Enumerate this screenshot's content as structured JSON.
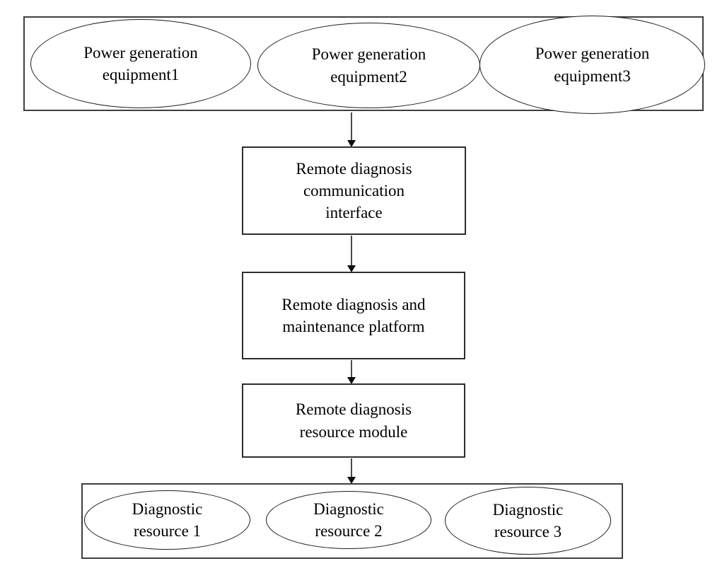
{
  "diagram": {
    "top_group": {
      "items": [
        {
          "label": "Power generation equipment1"
        },
        {
          "label": "Power generation equipment2"
        },
        {
          "label": "Power generation equipment3"
        }
      ]
    },
    "flow_nodes": [
      {
        "label": "Remote diagnosis communication interface"
      },
      {
        "label": "Remote diagnosis and maintenance platform"
      },
      {
        "label": "Remote diagnosis resource module"
      }
    ],
    "bottom_group": {
      "items": [
        {
          "label": "Diagnostic resource 1"
        },
        {
          "label": "Diagnostic resource 2"
        },
        {
          "label": "Diagnostic resource 3"
        }
      ]
    },
    "colors": {
      "background": "#ffffff",
      "shape_border": "#1c1c1c",
      "group_border": "#3f3f3f",
      "connector_line": "#4a4a4a",
      "arrowhead": "#0d0d0d",
      "text": "#000000"
    }
  }
}
